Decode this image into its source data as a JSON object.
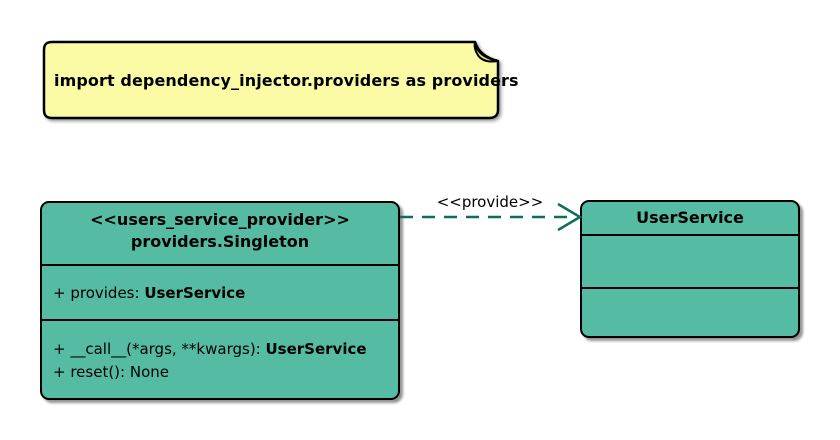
{
  "diagram": {
    "note": {
      "text": "import dependency_injector.providers as providers"
    },
    "provider_class": {
      "stereotype": "<<users_service_provider>>",
      "name": "providers.Singleton",
      "attributes": [
        {
          "text": "+ provides: ",
          "type": "UserService"
        }
      ],
      "methods": [
        {
          "text": "+ __call__(*args, **kwargs): ",
          "type": "UserService"
        },
        {
          "text": "+ reset(): None",
          "type": ""
        }
      ]
    },
    "service_class": {
      "name": "UserService"
    },
    "relation": {
      "label": "<<provide>>",
      "style": "dashed-open-arrow"
    },
    "colors": {
      "class_fill": "#55BBA2",
      "note_fill": "#FBFBA5",
      "note_fold": "#E2E287",
      "arrow": "#0D6E5C",
      "border": "#000000",
      "background": "#FFFFFF"
    }
  }
}
